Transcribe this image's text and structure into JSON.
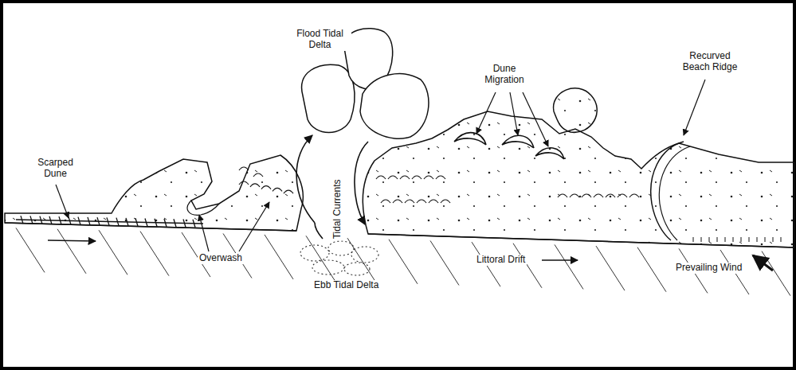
{
  "diagram": {
    "labels": [
      "Flood Tidal Delta",
      "Scarped Dune",
      "Overwash",
      "Tidal Currents",
      "Dune Migration",
      "Recurved Beach Ridge",
      "Ebb Tidal Delta",
      "Littoral Drift",
      "Prevailing Wind"
    ]
  }
}
